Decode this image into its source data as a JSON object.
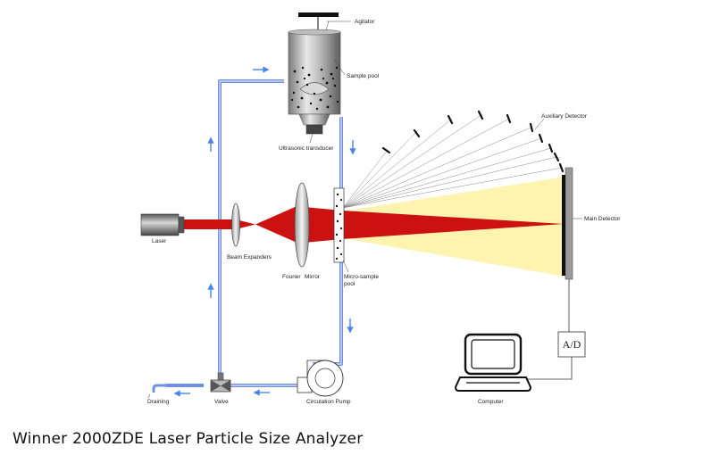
{
  "labels": {
    "agitator": "Agitator",
    "sample_pool": "Sample pool",
    "ultrasonic_transducer": "Ultrasonic transducer",
    "auxiliary_detector": "Auxiliary Detector",
    "main_detector": "Main Detector",
    "laser": "Laser",
    "beam_expanders": "Beam Expanders",
    "fourier": "Fourier",
    "mirror": "Mirror",
    "micro_sample_pool_line1": "Micro-sample",
    "micro_sample_pool_line2": "pool",
    "ad_converter": "A/D",
    "computer": "Computer",
    "draining": "Draining",
    "valve": "Valve",
    "circulation_pump": "Circulation Pump"
  },
  "caption": "Winner 2000ZDE  Laser  Particle  Size  Analyzer",
  "colors": {
    "laser_beam": "#cc1111",
    "scattered_light": "#fff3b0",
    "pipe": "#6f8fe0",
    "flow_arrow": "#4a86e8"
  }
}
